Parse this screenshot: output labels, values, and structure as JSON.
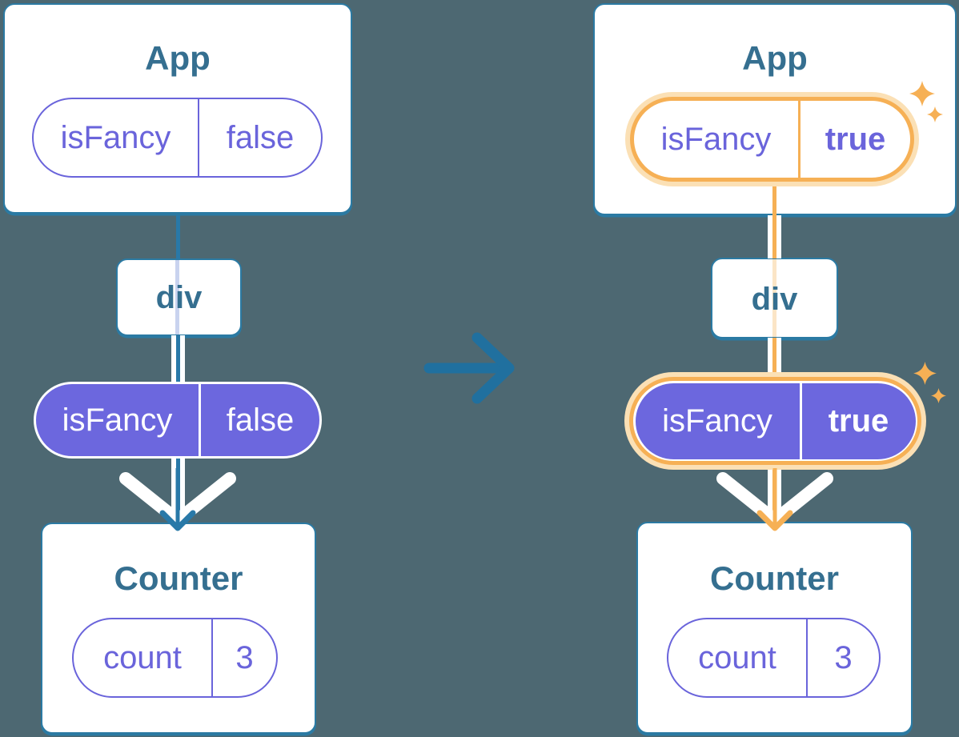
{
  "left": {
    "app_title": "App",
    "app_prop": {
      "name": "isFancy",
      "value": "false"
    },
    "div_label": "div",
    "passed_prop": {
      "name": "isFancy",
      "value": "false"
    },
    "counter_title": "Counter",
    "counter_state": {
      "name": "count",
      "value": "3"
    }
  },
  "right": {
    "app_title": "App",
    "app_prop": {
      "name": "isFancy",
      "value": "true"
    },
    "div_label": "div",
    "passed_prop": {
      "name": "isFancy",
      "value": "true"
    },
    "counter_title": "Counter",
    "counter_state": {
      "name": "count",
      "value": "3"
    }
  },
  "icons": {
    "transition": "right-arrow-icon",
    "highlight": "sparkle-icon"
  },
  "colors": {
    "background": "#4D6872",
    "card_border": "#2B7AA3",
    "node_label_text": "#356F90",
    "purple_accent": "#6A64DB",
    "purple_fill": "#6C67DE",
    "flow_line_teal": "#2979A8",
    "transition_arrow": "#20709F",
    "highlight_orange": "#F6B055",
    "highlight_glow": "#FBE0B5",
    "through_line_left": "#C9D3EF",
    "through_line_right": "#FBE5C6"
  }
}
